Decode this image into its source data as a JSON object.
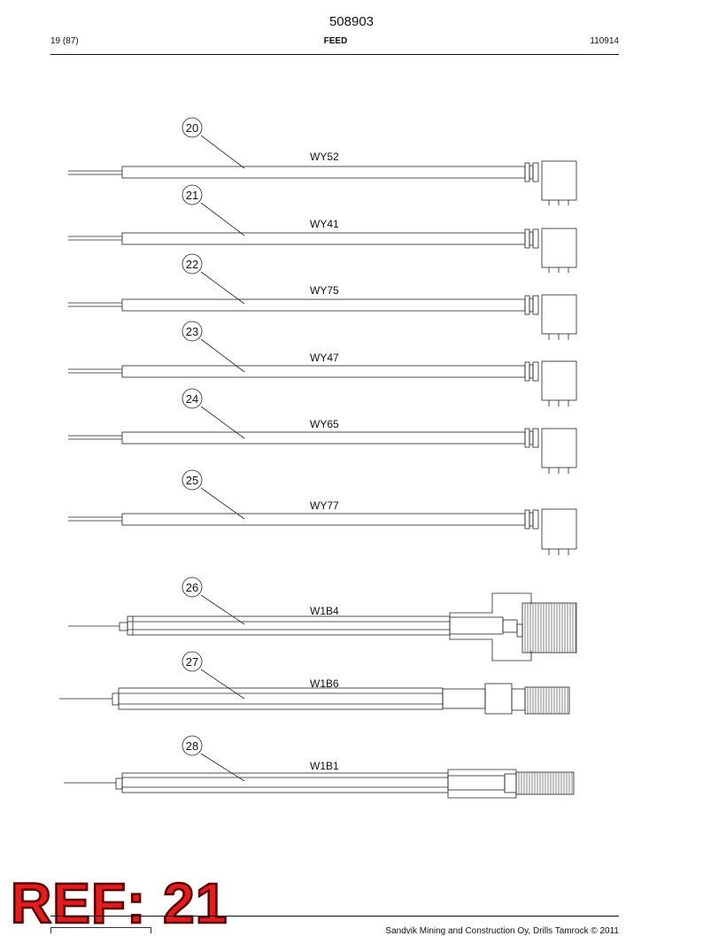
{
  "header": {
    "doc_number": "508903",
    "page": "19 (87)",
    "section": "FEED",
    "date_code": "110914"
  },
  "cables": [
    {
      "item": "20",
      "label": "WY52"
    },
    {
      "item": "21",
      "label": "WY41"
    },
    {
      "item": "22",
      "label": "WY75"
    },
    {
      "item": "23",
      "label": "WY47"
    },
    {
      "item": "24",
      "label": "WY65"
    },
    {
      "item": "25",
      "label": "WY77"
    },
    {
      "item": "26",
      "label": "W1B4"
    },
    {
      "item": "27",
      "label": "W1B6"
    },
    {
      "item": "28",
      "label": "W1B1"
    }
  ],
  "stamp": "REF: 21",
  "footer": {
    "copyright": "Sandvik Mining and Construction Oy, Drills Tamrock © 2011"
  }
}
